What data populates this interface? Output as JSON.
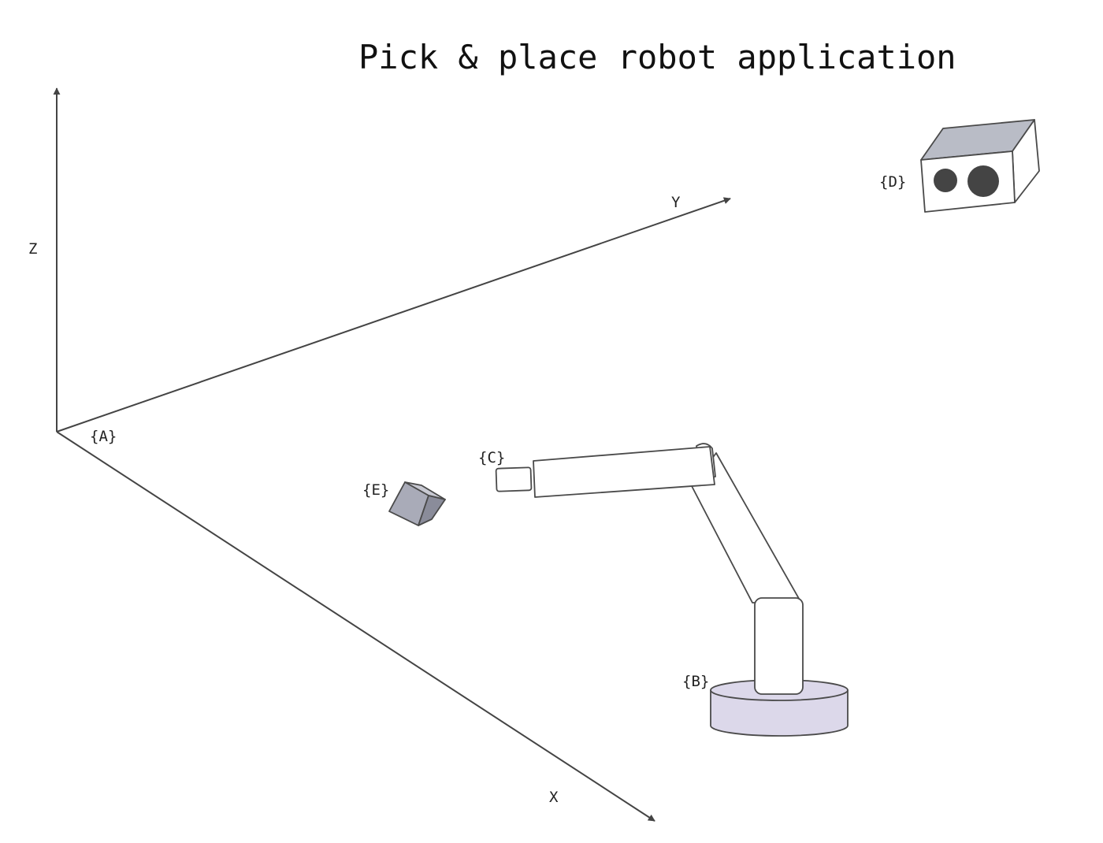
{
  "title": "Pick & place robot application",
  "axes": {
    "x_label": "X",
    "y_label": "Y",
    "z_label": "Z"
  },
  "frames": {
    "origin": "{A}",
    "robot_base": "{B}",
    "gripper": "{C}",
    "camera": "{D}",
    "object": "{E}"
  },
  "colors": {
    "axis": "#444444",
    "base_fill": "#dcd8ea",
    "object_top": "#c8c9d2",
    "object_left": "#a9abb8",
    "object_right": "#8a8c9a",
    "camera_top": "#b9bcc6",
    "lens": "#444444"
  }
}
